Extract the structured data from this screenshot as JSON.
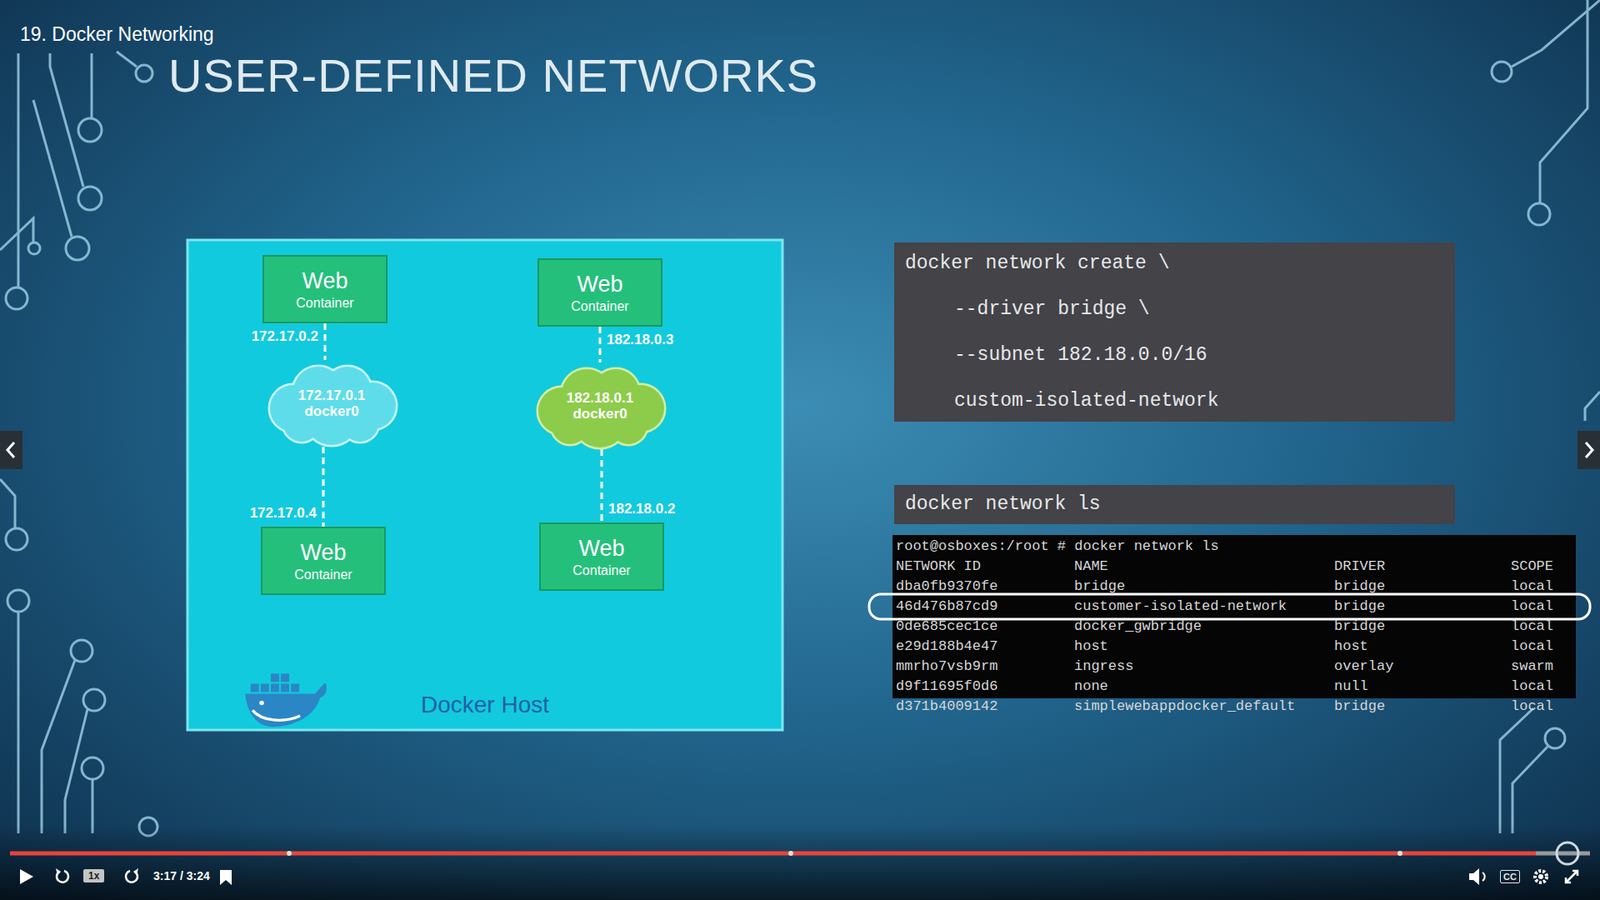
{
  "diagram": {
    "title": "USER-DEFINED NETWORKS",
    "nodes": [
      {
        "text": [
          "Docker Host"
        ]
      },
      {
        "text": [
          "Web",
          "Container"
        ],
        "in": 0
      },
      {
        "text": [
          "Web",
          "Container"
        ],
        "in": 0
      },
      {
        "text": [
          "172.17.0.1",
          "docker0"
        ],
        "in": 0
      },
      {
        "text": [
          "182.18.0.1",
          "docker0"
        ],
        "in": 0
      },
      {
        "text": [
          "Web",
          "Container"
        ],
        "in": 0
      },
      {
        "text": [
          "Web",
          "Container"
        ],
        "in": 0
      },
      {
        "text": [
          "docker network create \\",
          "--driver bridge \\",
          "--subnet 182.18.0.0/16",
          "custom-isolated-network"
        ]
      },
      {
        "text": [
          "docker network ls"
        ]
      },
      {
        "text": [
          "root@osboxes:/root # docker network ls",
          "NETWORK ID",
          "NAME",
          "DRIVER",
          "SCOPE",
          "dba0fb9370fe",
          "bridge",
          "bridge",
          "local",
          "46d476b87cd9",
          "customer-isolated-network",
          "bridge",
          "local",
          "0de685cec1ce",
          "docker_gwbridge",
          "bridge",
          "local",
          "e29d188b4e47",
          "host",
          "host",
          "local",
          "mmrho7vsb9rm",
          "ingress",
          "overlay",
          "swarm",
          "d9f11695f0d6",
          "none",
          "null",
          "local",
          "d371b4009142",
          "simplewebappdocker_default",
          "bridge",
          "local"
        ]
      }
    ],
    "edges": [
      {
        "from": 1,
        "to": 3,
        "label": "172.17.0.2",
        "arrow": "none"
      },
      {
        "from": 3,
        "to": 5,
        "label": "172.17.0.4",
        "arrow": "none"
      },
      {
        "from": 2,
        "to": 4,
        "label": "182.18.0.3",
        "arrow": "none"
      },
      {
        "from": 4,
        "to": 6,
        "label": "182.18.0.2",
        "arrow": "none"
      }
    ],
    "labels": [
      "19. Docker Networking",
      "1x",
      "3:17 / 3:24",
      "CC"
    ]
  }
}
